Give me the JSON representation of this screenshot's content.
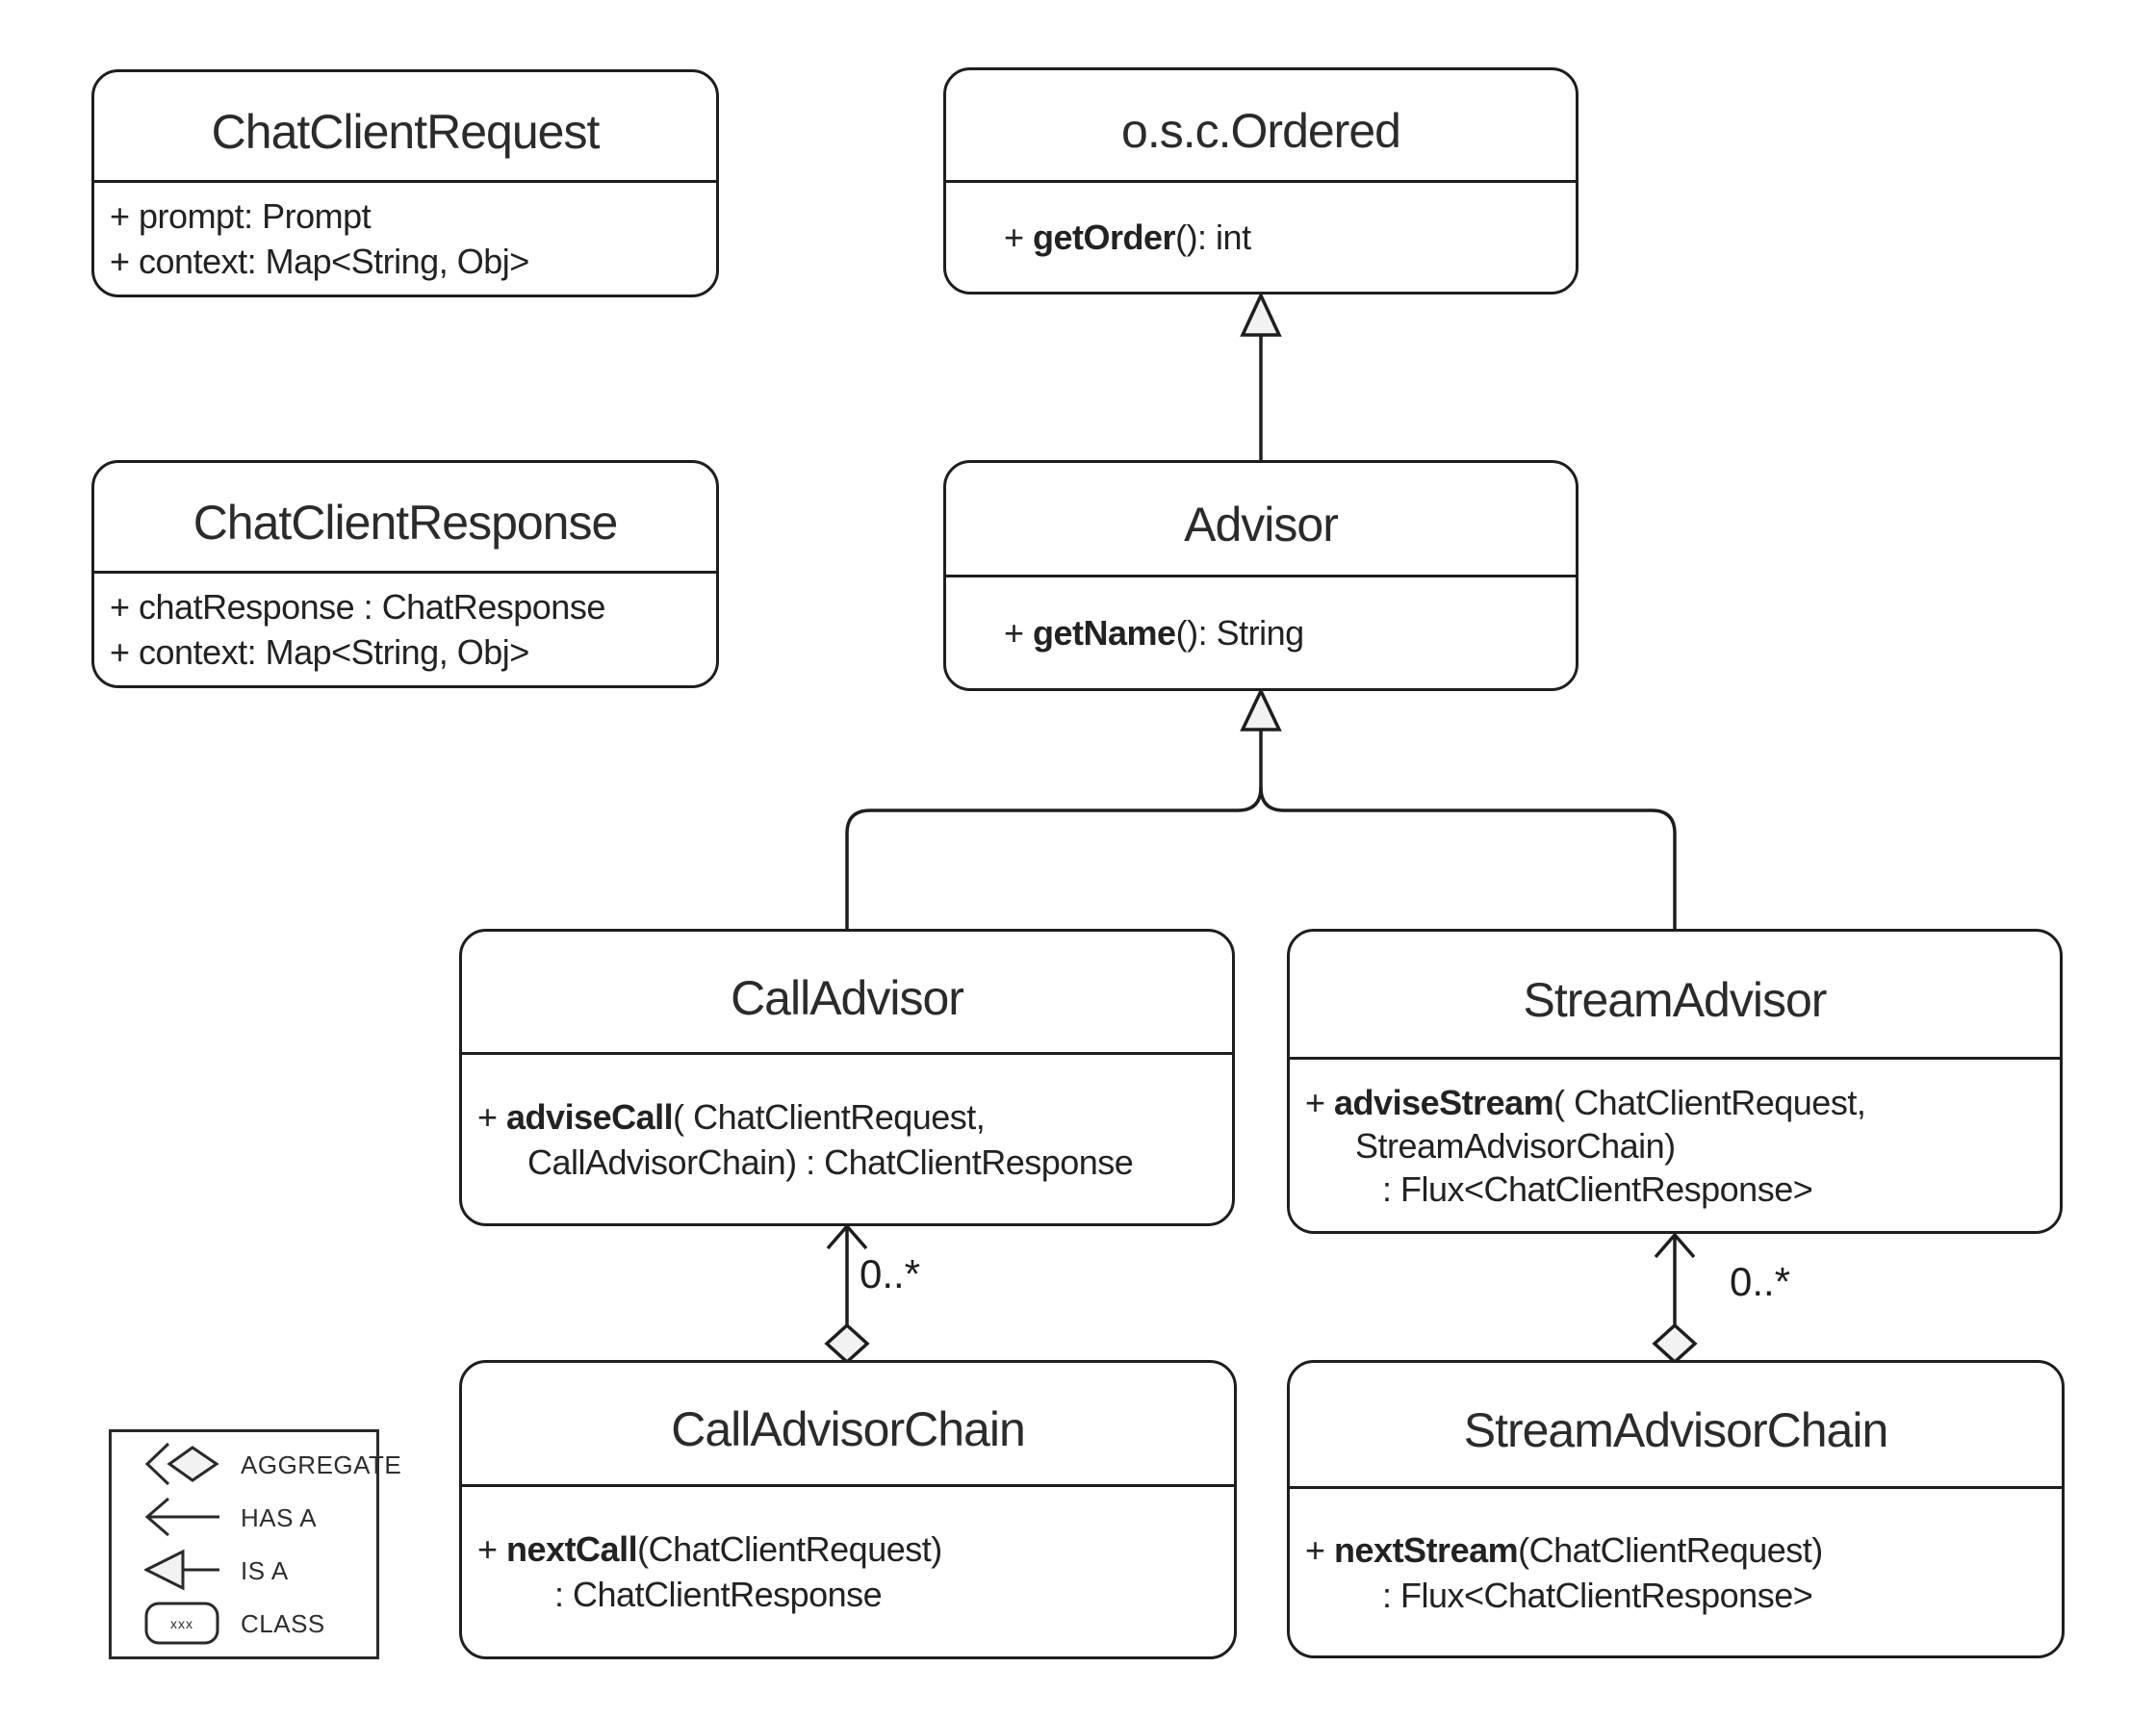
{
  "classes": {
    "chatClientRequest": {
      "title": "ChatClientRequest",
      "lines": [
        {
          "pre": "+ ",
          "bold": "",
          "post": "prompt: Prompt"
        },
        {
          "pre": "+ ",
          "bold": "",
          "post": "context: Map<String, Obj>"
        }
      ]
    },
    "ordered": {
      "title": "o.s.c.Ordered",
      "lines": [
        {
          "pre": "+ ",
          "bold": "getOrder",
          "post": "(): int"
        }
      ]
    },
    "chatClientResponse": {
      "title": "ChatClientResponse",
      "lines": [
        {
          "pre": "+ ",
          "bold": "",
          "post": "chatResponse : ChatResponse"
        },
        {
          "pre": "+ ",
          "bold": "",
          "post": "context: Map<String, Obj>"
        }
      ]
    },
    "advisor": {
      "title": "Advisor",
      "lines": [
        {
          "pre": "+ ",
          "bold": "getName",
          "post": "(): String"
        }
      ]
    },
    "callAdvisor": {
      "title": "CallAdvisor",
      "lines": [
        {
          "pre": "+ ",
          "bold": "adviseCall",
          "post": "( ChatClientRequest,"
        },
        {
          "pre": "",
          "bold": "",
          "post": "CallAdvisorChain) : ChatClientResponse"
        }
      ]
    },
    "streamAdvisor": {
      "title": "StreamAdvisor",
      "lines": [
        {
          "pre": "+ ",
          "bold": "adviseStream",
          "post": "( ChatClientRequest,"
        },
        {
          "pre": "",
          "bold": "",
          "post": "StreamAdvisorChain)"
        },
        {
          "pre": "",
          "bold": "",
          "post": ": Flux<ChatClientResponse>"
        }
      ]
    },
    "callAdvisorChain": {
      "title": "CallAdvisorChain",
      "lines": [
        {
          "pre": "+ ",
          "bold": "nextCall",
          "post": "(ChatClientRequest)"
        },
        {
          "pre": "",
          "bold": "",
          "post": ": ChatClientResponse"
        }
      ]
    },
    "streamAdvisorChain": {
      "title": "StreamAdvisorChain",
      "lines": [
        {
          "pre": "+ ",
          "bold": "nextStream",
          "post": "(ChatClientRequest)"
        },
        {
          "pre": "",
          "bold": "",
          "post": ": Flux<ChatClientResponse>"
        }
      ]
    }
  },
  "relations": {
    "ordered_advisor": "IS A",
    "advisor_calladvisor": "IS A",
    "advisor_streamadvisor": "IS A",
    "call_aggregation_multiplicity": "0..*",
    "stream_aggregation_multiplicity": "0..*"
  },
  "legend": {
    "items": [
      {
        "icon": "aggregate-icon",
        "label": "AGGREGATE"
      },
      {
        "icon": "has-a-icon",
        "label": "HAS A"
      },
      {
        "icon": "is-a-icon",
        "label": "IS A"
      },
      {
        "icon": "class-icon",
        "label": "CLASS",
        "sample": "xxx"
      }
    ]
  },
  "colors": {
    "stroke": "#1e1e1e",
    "arrow_fill": "#f2f2f2",
    "background": "#ffffff"
  }
}
